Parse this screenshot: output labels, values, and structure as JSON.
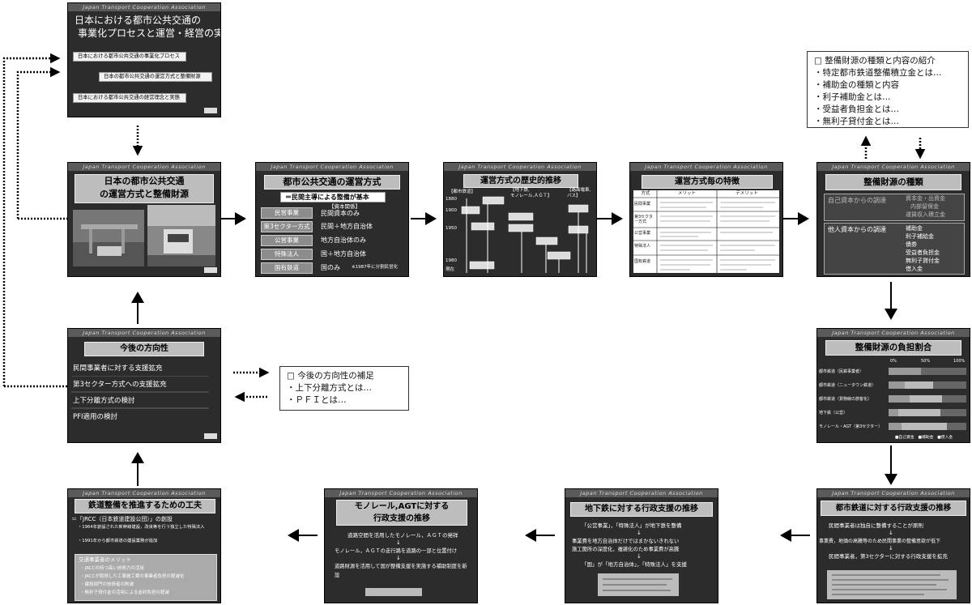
{
  "header": "Japan Transport Cooperation Association",
  "s1": {
    "title_lines": [
      "日本における都市公共交通の",
      "事業化プロセスと運営・経営の実態"
    ],
    "buttons": [
      "日本における都市公共交通の事業化プロセス",
      "日本の都市公共交通の運営方式と整備財源",
      "日本における都市公共交通の経営理念と実態"
    ]
  },
  "s2": {
    "title_lines": [
      "日本の都市公共交通",
      "の運営方式と整備財源"
    ]
  },
  "s3": {
    "title": "都市公共交通の運営方式",
    "subtitle": "＝民間主導による整備が基本",
    "rows": [
      {
        "label": "民営事業",
        "desc": "民間資本のみ",
        "note": "【資本関係】"
      },
      {
        "label": "第3セクター方式",
        "desc": "民間＋地方自治体",
        "note": ""
      },
      {
        "label": "公営事業",
        "desc": "地方自治体のみ",
        "note": ""
      },
      {
        "label": "特殊法人",
        "desc": "国＋地方自治体",
        "note": ""
      },
      {
        "label": "国有鉄道",
        "desc": "国のみ",
        "note": "※1987年に分割民営化"
      }
    ]
  },
  "s4": {
    "title": "運営方式の歴史的推移",
    "cols": [
      "【都市鉄道】",
      "【地下鉄,\nモノレール,ＡＧＴ】",
      "【路面電車,\nバス】"
    ],
    "years": [
      "1880",
      "1900",
      "1950",
      "1980",
      "現在"
    ]
  },
  "s5": {
    "title": "運営方式毎の特徴",
    "headers": [
      "方式",
      "メリット",
      "デメリット"
    ],
    "rows": [
      "民間事業",
      "第3セクター方式",
      "公営事業",
      "特殊法人",
      "国有鉄道"
    ]
  },
  "s6": {
    "title": "整備財源の種類",
    "own": "自己資本からの調達",
    "own_items": [
      "資本金・出資金",
      "内部留保金",
      "運賃収入積立金"
    ],
    "other": "他人資本からの調達",
    "other_items": [
      "補助金",
      "利子補給金",
      "債券",
      "受益者負担金",
      "無利子貸付金",
      "借入金"
    ]
  },
  "s7": {
    "title": "整備財源の負担割合",
    "scale": [
      "0%",
      "50%",
      "100%"
    ],
    "rows": [
      "都市鉄道（民鉄事業者）",
      "都市鉄道（ニュータウン鉄道）",
      "都市鉄道（貨物線の旅客化）",
      "地下鉄（公営）",
      "モノレール・AGT（第3セクター）"
    ],
    "legend": "■自己資金　■補助金　■借入金"
  },
  "s8": {
    "title": "都市鉄道に対する行政支援の推移",
    "lines": [
      "民間事業者は独自に整備することが原則",
      "事業費，地価の高騰等のため民間事業の整備意欲が低下",
      "民間事業者，第3セクターに対する行政支援を拡充"
    ]
  },
  "s9": {
    "title": "地下鉄に対する行政支援の推移",
    "lines": [
      "「公営事業」，「特殊法人」が地下鉄を整備",
      "事業費を地方自治体だけではまかないきれない",
      "施工箇所の深度化，複雑化のため事業費が高騰",
      "「国」が「地方自治体」，「特殊法人」を支援"
    ]
  },
  "s10": {
    "title_lines": [
      "モノレール,AGTに対する",
      "行政支援の推移"
    ],
    "lines": [
      "道路空間を活用したモノレール，ＡＧＴの発祥",
      "モノレール，ＡＧＴの走行路を道路の一部と位置付け",
      "道路財源を活用して国が整備支援を実施する補助制度を新設"
    ]
  },
  "s11": {
    "title": "鉄道整備を推進するための工夫",
    "headline": "＝「JRCC（日本鉄道建設公団）」の創設",
    "bullets": [
      "・1964年創設された新幹線建設，改良等を行う独立した特殊法人",
      "・1991年から都市鉄道の建設業務が追加"
    ],
    "merit_title": "交通事業者のメリット",
    "merits": [
      "・JRCCの持つ高い技術力の活用",
      "・JRCCが取得した工事施工費の事業者負担の軽減化",
      "・建設部門の技術者の削減",
      "・無利子貸付金の活用による金利負担の軽減"
    ]
  },
  "s12": {
    "title": "今後の方向性",
    "items": [
      "民間事業者に対する支援拡充",
      "第3セクター方式への支援拡充",
      "上下分離方式の検討",
      "PFI適用の検討"
    ]
  },
  "panel_top": {
    "heading": "□ 整備財源の種類と内容の紹介",
    "items": [
      "・特定都市鉄道整備積立金とは…",
      "・補助金の種類と内容",
      "・利子補助金とは…",
      "・受益者負担金とは…",
      "・無利子貸付金とは…"
    ]
  },
  "panel_mid": {
    "heading": "□ 今後の方向性の補足",
    "items": [
      "・上下分離方式とは…",
      "・ＰＦＩとは…"
    ]
  }
}
